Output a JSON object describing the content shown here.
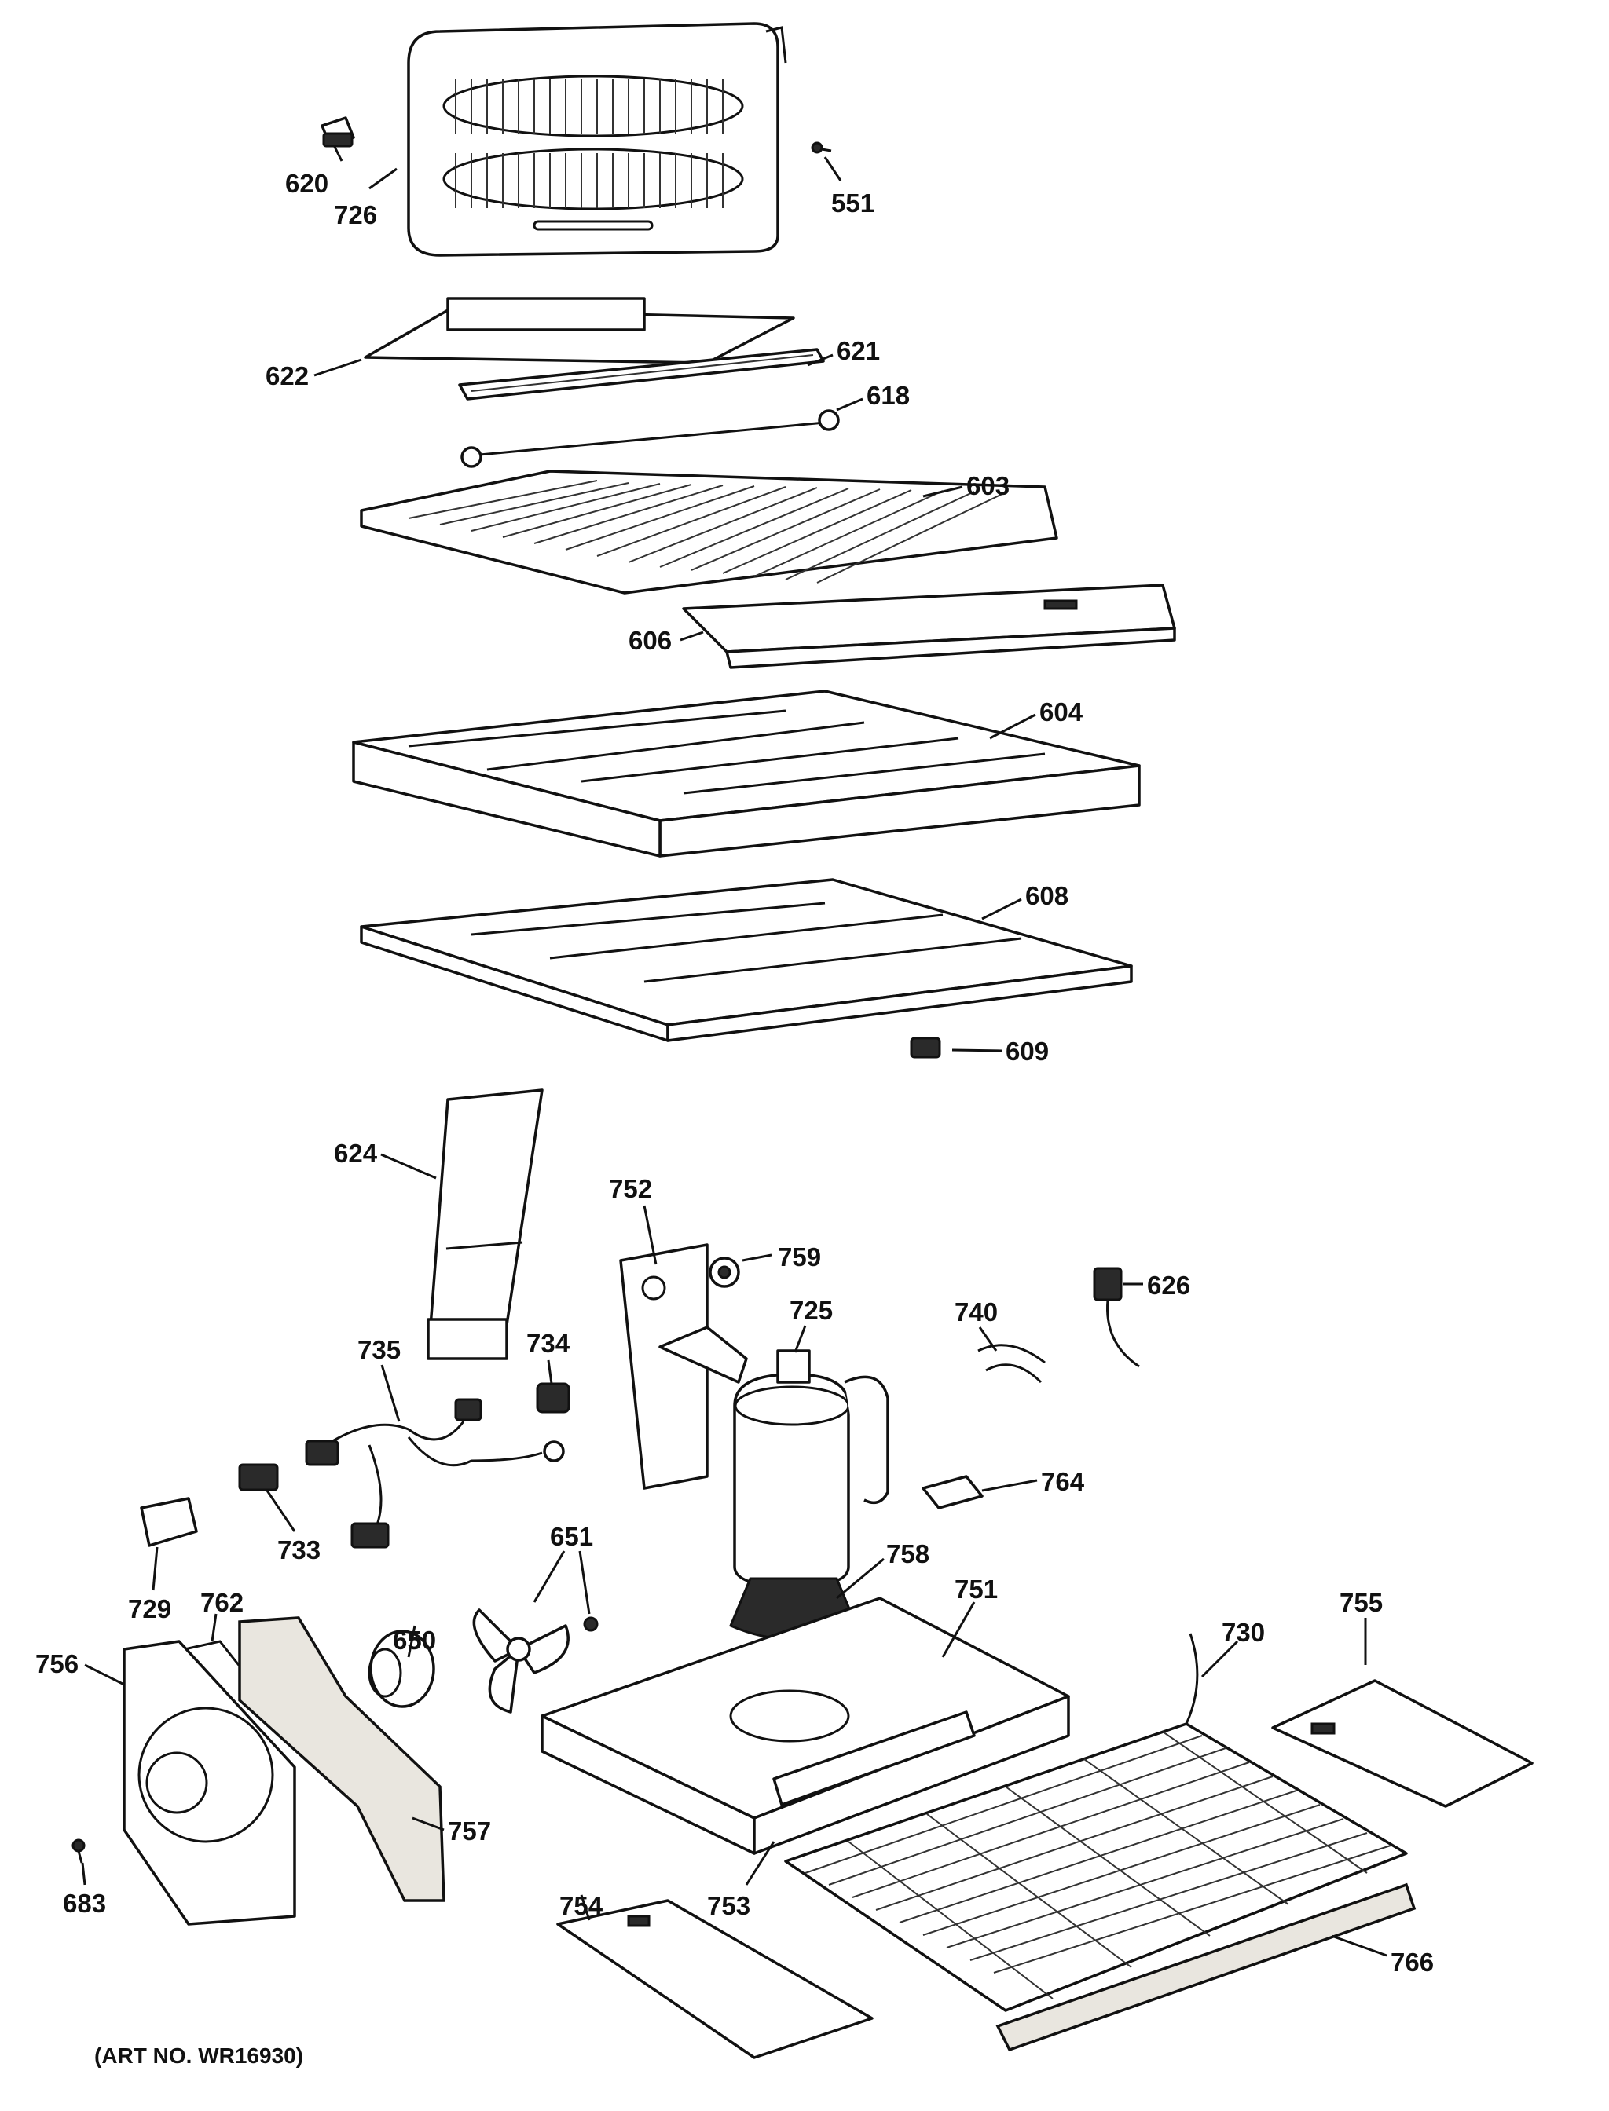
{
  "diagram": {
    "art_number": "(ART NO. WR16930)",
    "callouts": [
      "620",
      "726",
      "551",
      "622",
      "621",
      "618",
      "603",
      "606",
      "604",
      "608",
      "609",
      "624",
      "752",
      "759",
      "725",
      "740",
      "626",
      "735",
      "734",
      "733",
      "729",
      "764",
      "651",
      "758",
      "751",
      "762",
      "650",
      "756",
      "730",
      "755",
      "757",
      "683",
      "754",
      "753",
      "766"
    ]
  }
}
